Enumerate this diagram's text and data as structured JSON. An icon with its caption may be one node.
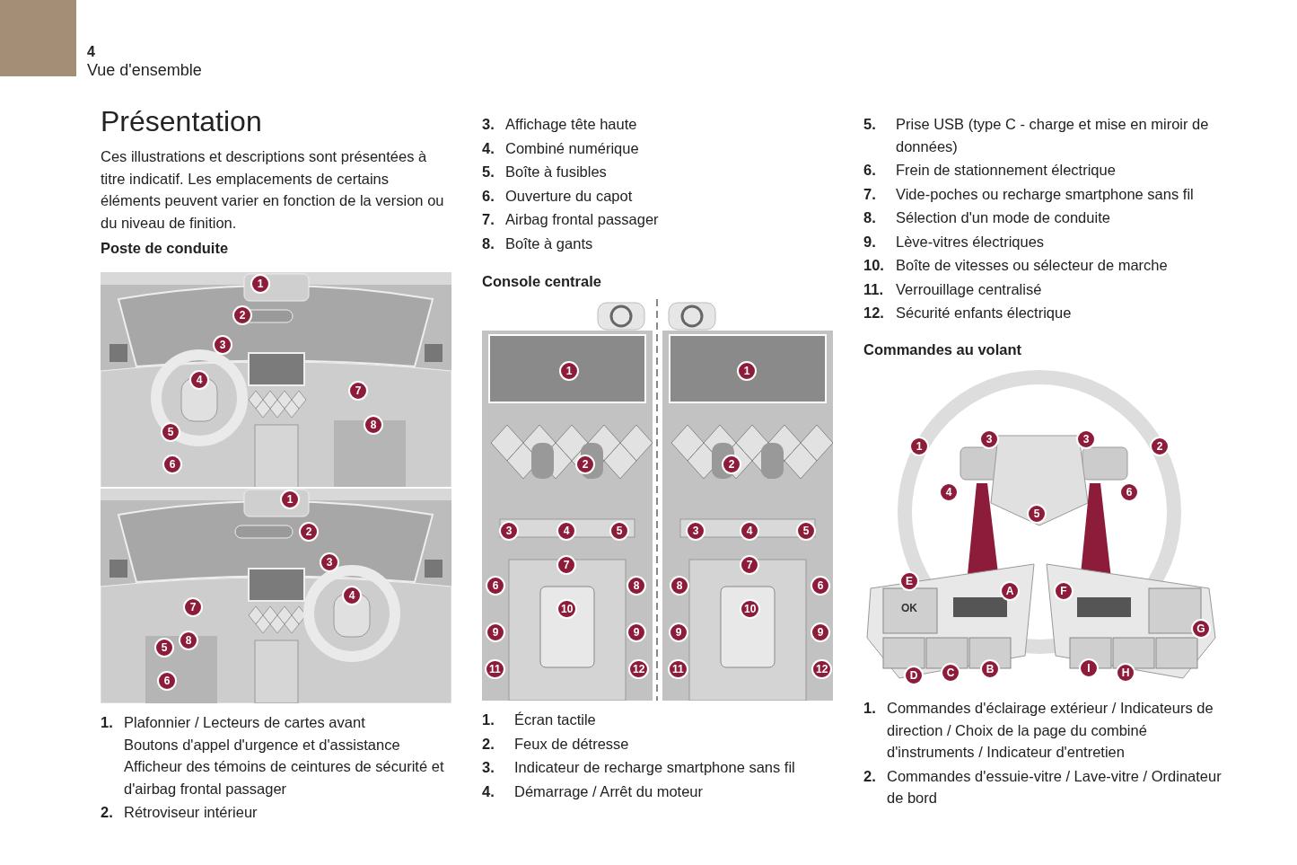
{
  "diagram": {
    "title": "Présentation",
    "labels": [
      "4",
      "Vue d'ensemble",
      "Ces illustrations et descriptions sont présentées à titre indicatif. Les emplacements de certains éléments peuvent varier en fonction de la version ou du niveau de finition.",
      "Poste de conduite",
      "1",
      "2",
      "3",
      "4",
      "5",
      "6",
      "7",
      "8",
      "1",
      "2",
      "3",
      "4",
      "5",
      "6",
      "7",
      "8",
      "1.",
      "Plafonnier / Lecteurs de cartes avant",
      "Boutons d'appel d'urgence et d'assistance",
      "Afficheur des témoins de ceintures de sécurité et d'airbag frontal passager",
      "2.",
      "Rétroviseur intérieur",
      "3.",
      "Affichage tête haute",
      "4.",
      "Combiné numérique",
      "5.",
      "Boîte à fusibles",
      "6.",
      "Ouverture du capot",
      "7.",
      "Airbag frontal passager",
      "8.",
      "Boîte à gants",
      "Console centrale",
      "1",
      "2",
      "3",
      "4",
      "5",
      "7",
      "6",
      "8",
      "10",
      "9",
      "9",
      "11",
      "12",
      "1",
      "2",
      "3",
      "4",
      "5",
      "7",
      "8",
      "6",
      "10",
      "9",
      "9",
      "11",
      "12",
      "1.",
      "Écran tactile",
      "2.",
      "Feux de détresse",
      "3.",
      "Indicateur de recharge smartphone sans fil",
      "4.",
      "Démarrage / Arrêt du moteur",
      "5.",
      "Prise USB (type C - charge et mise en miroir de données)",
      "6.",
      "Frein de stationnement électrique",
      "7.",
      "Vide-poches ou recharge smartphone sans fil",
      "8.",
      "Sélection d'un mode de conduite",
      "9.",
      "Lève-vitres électriques",
      "10.",
      "Boîte de vitesses ou sélecteur de marche",
      "11.",
      "Verrouillage centralisé",
      "12.",
      "Sécurité enfants électrique",
      "Commandes au volant",
      "1",
      "3",
      "3",
      "2",
      "4",
      "6",
      "5",
      "E",
      "A",
      "F",
      "G",
      "D",
      "C",
      "B",
      "I",
      "H",
      "OK",
      "1.",
      "Commandes d'éclairage extérieur / Indicateurs de direction / Choix de la page du combiné d'instruments / Indicateur d'entretien",
      "2.",
      "Commandes d'essuie-vitre / Lave-vitre / Ordinateur de bord"
    ]
  }
}
